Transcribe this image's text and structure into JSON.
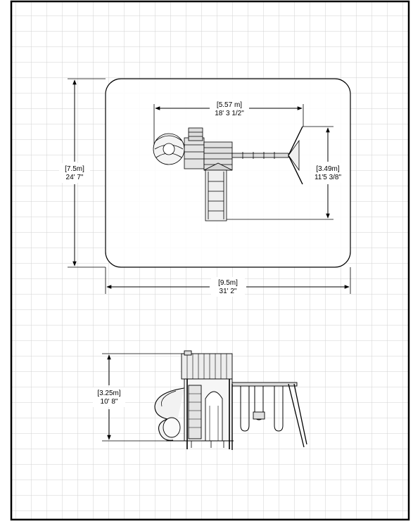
{
  "colors": {
    "background": "#ffffff",
    "grid": "#cfcfcf",
    "ink": "#000000",
    "structure_fill": "#e8e8e8"
  },
  "top_view": {
    "overall_width": {
      "metric": "[9.5m]",
      "imperial": "31' 2\""
    },
    "overall_depth": {
      "metric": "[7.5m]",
      "imperial": "24' 7\""
    },
    "play_width": {
      "metric": "[5.57 m]",
      "imperial": "18' 3 1/2\""
    },
    "play_depth": {
      "metric": "[3.49m]",
      "imperial": "11'5 3/8\""
    }
  },
  "side_view": {
    "height": {
      "metric": "[3.25m]",
      "imperial": "10' 8\""
    }
  },
  "icons": [
    "playset-top-view-drawing",
    "playset-side-view-drawing"
  ]
}
